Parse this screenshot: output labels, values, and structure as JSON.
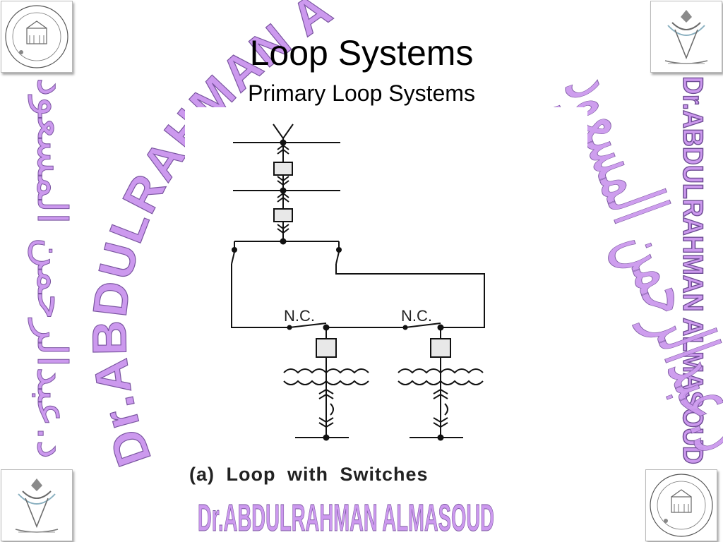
{
  "slide": {
    "title": "Loop Systems",
    "subtitle": "Primary Loop Systems"
  },
  "figure": {
    "caption": "(a) Loop with Switches",
    "left_switch_label": "N.C.",
    "right_switch_label": "N.C."
  },
  "watermark": {
    "latin_name": "Dr.ABDULRAHMAN ALMASOUD",
    "arabic_name": "د.عبدالرحمن المسعود",
    "color": "#cc99ee"
  },
  "colors": {
    "background": "#ffffff",
    "title": "#000000",
    "diagram_line": "#111111",
    "logo_border": "#b9b9b9"
  }
}
